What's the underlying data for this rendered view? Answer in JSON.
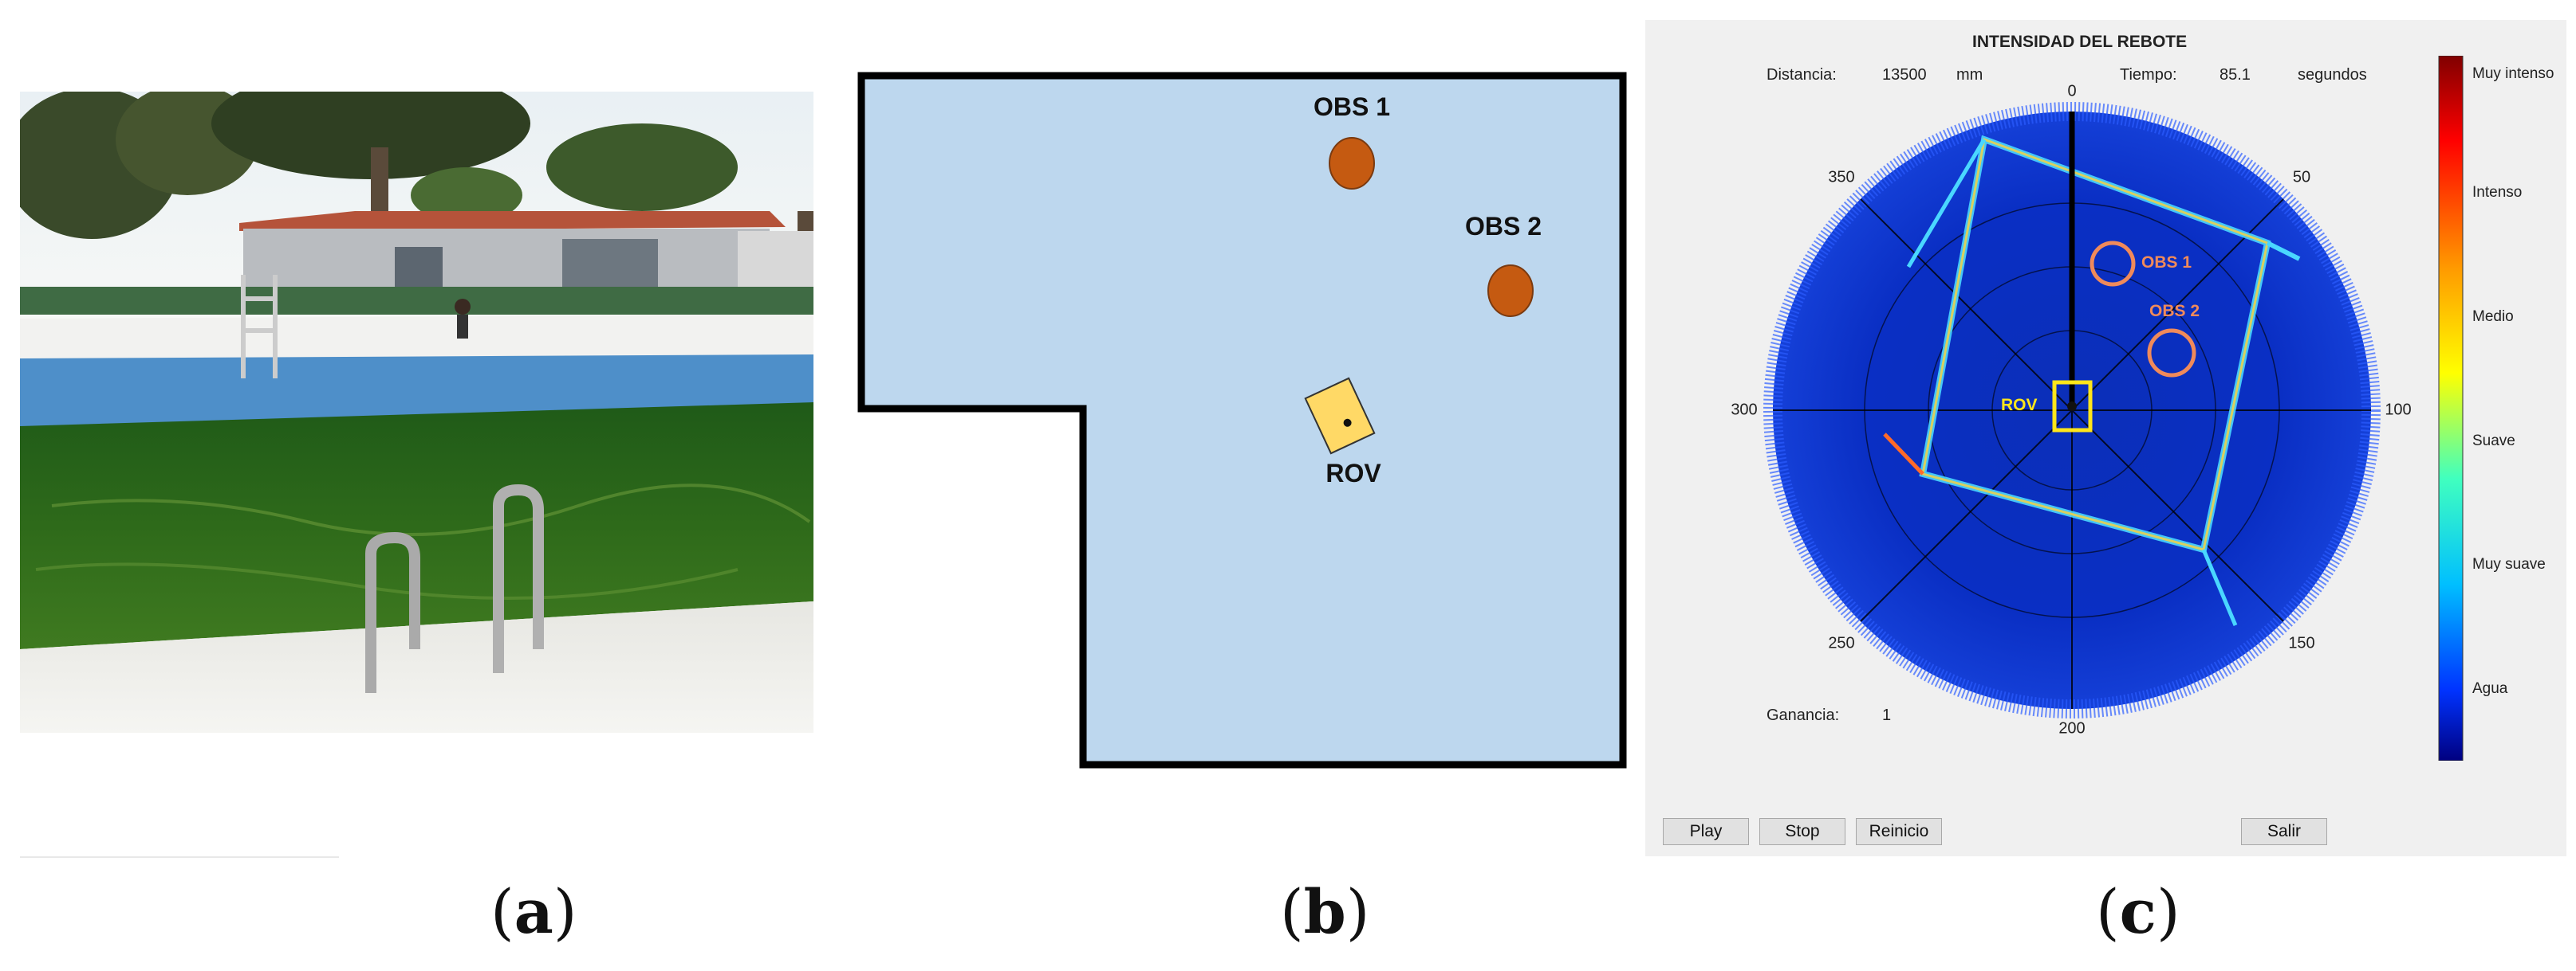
{
  "captions": {
    "a": "a",
    "b": "b",
    "c": "c"
  },
  "map": {
    "obs1_label": "OBS 1",
    "obs2_label": "OBS 2",
    "rov_label": "ROV",
    "colors": {
      "water": "#bdd7ee",
      "obstacle": "#c55a11",
      "rov": "#ffd966",
      "border": "#000000"
    }
  },
  "sonar": {
    "title": "INTENSIDAD DEL REBOTE",
    "distance_label": "Distancia:",
    "distance_value": "13500",
    "distance_unit": "mm",
    "time_label": "Tiempo:",
    "time_value": "85.1",
    "time_unit": "segundos",
    "gain_label": "Ganancia:",
    "gain_value": "1",
    "angle_labels": [
      "0",
      "50",
      "100",
      "150",
      "200",
      "250",
      "300",
      "350"
    ],
    "overlay": {
      "obs1": "OBS 1",
      "obs2": "OBS 2",
      "rov": "ROV"
    },
    "colorbar": [
      "Muy intenso",
      "Intenso",
      "Medio",
      "Suave",
      "Muy suave",
      "Agua"
    ],
    "buttons": {
      "play": "Play",
      "stop": "Stop",
      "reset": "Reinicio",
      "exit": "Salir"
    }
  }
}
